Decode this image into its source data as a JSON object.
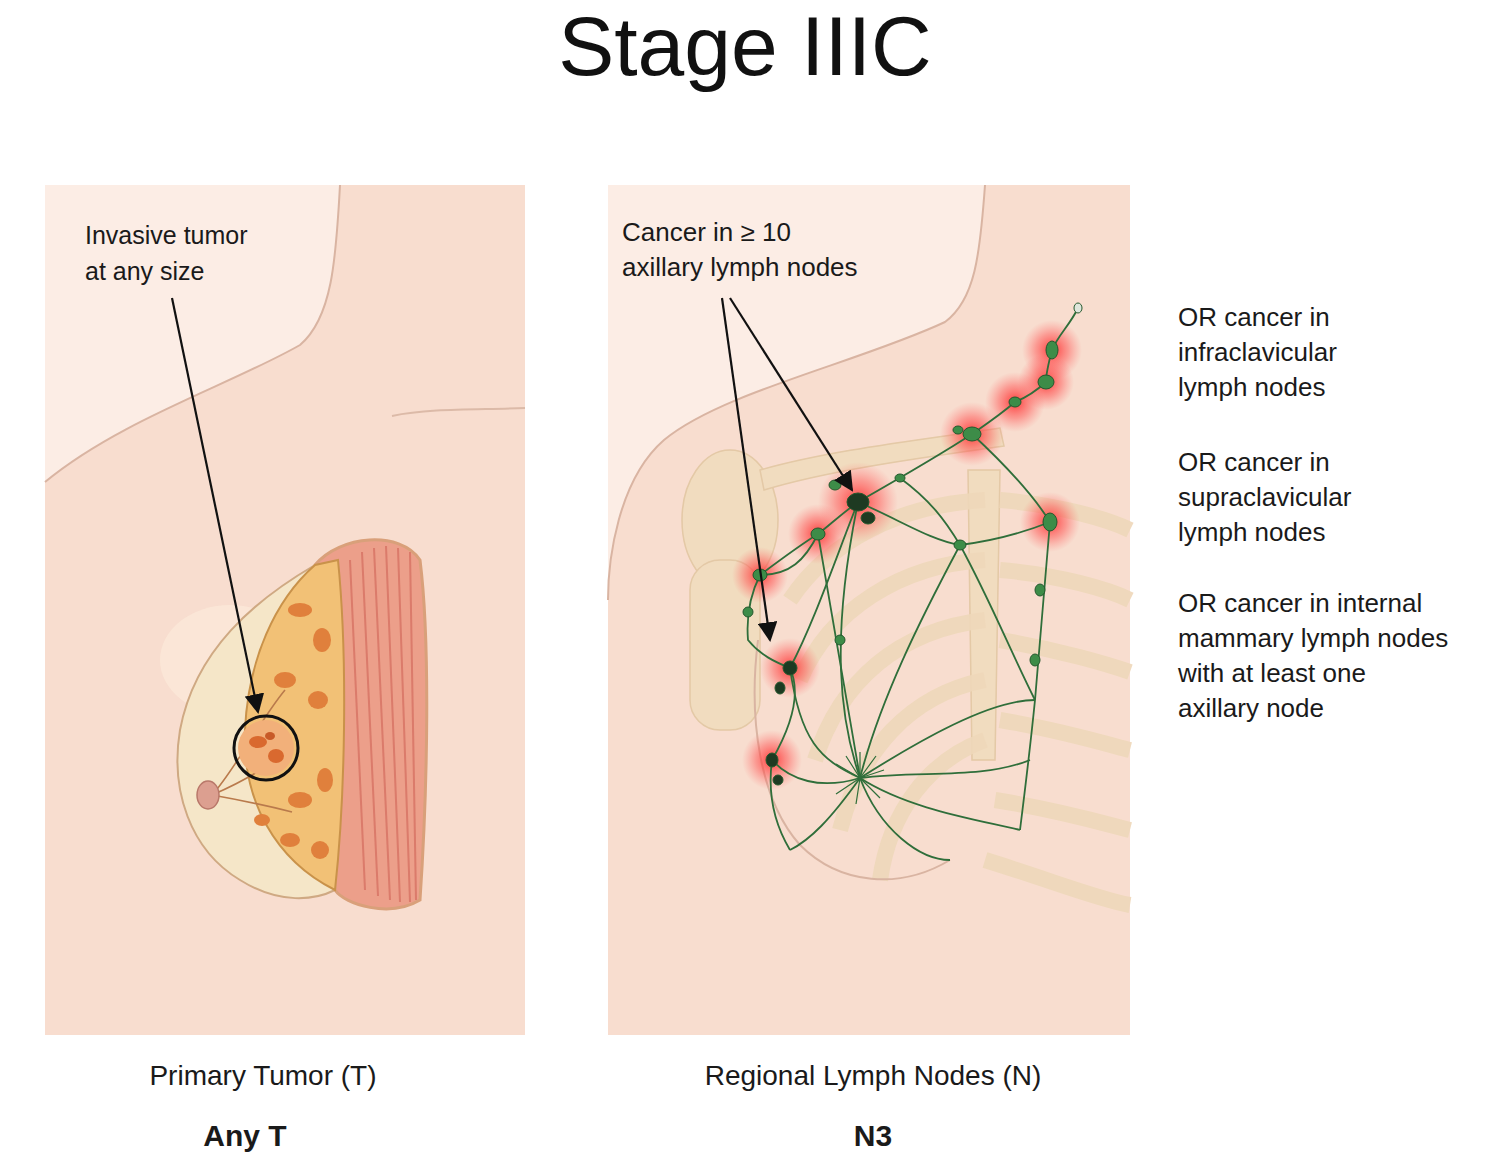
{
  "diagram": {
    "title": "Stage IIIC",
    "labels": [
      "Invasive tumor at any size",
      "Cancer in ≥ 10 axillary lymph nodes",
      "OR cancer in infraclavicular lymph nodes",
      "OR cancer in supraclavicular lymph nodes",
      "OR cancer in internal mammary lymph nodes with at least one axillary node",
      "Primary Tumor (T)",
      "Any T",
      "Regional Lymph Nodes (N)",
      "N3"
    ]
  }
}
